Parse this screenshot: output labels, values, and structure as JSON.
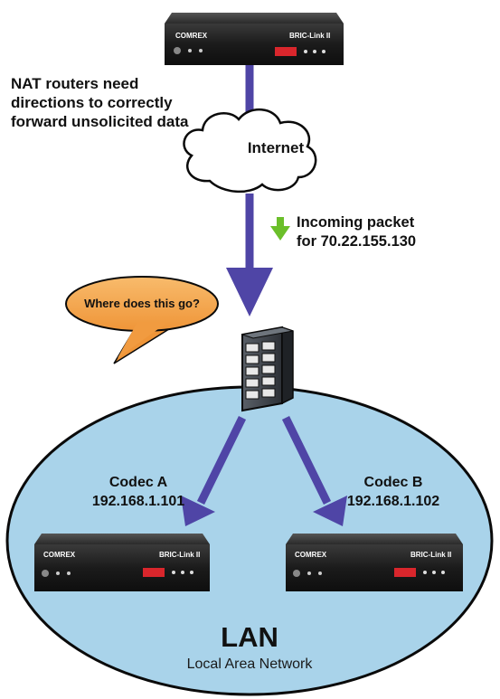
{
  "note": {
    "lines": [
      "NAT routers need",
      "directions to correctly",
      "forward unsolicited data"
    ]
  },
  "cloud": {
    "label": "Internet"
  },
  "packet": {
    "line1": "Incoming packet",
    "line2": "for 70.22.155.130"
  },
  "bubble": {
    "text": "Where does this go?"
  },
  "codec_a": {
    "name": "Codec A",
    "ip": "192.168.1.101"
  },
  "codec_b": {
    "name": "Codec B",
    "ip": "192.168.1.102"
  },
  "lan": {
    "title": "LAN",
    "subtitle": "Local Area Network"
  },
  "device": {
    "maker_label": "COMREX",
    "model_label": "BRIC-Link II"
  },
  "colors": {
    "arrow": "#5b4fb3",
    "lan_fill": "#a9d3ea",
    "bubble": "#f4a14a",
    "packet_arrow": "#6bbf2a",
    "device_body": "#1c1c1c"
  }
}
